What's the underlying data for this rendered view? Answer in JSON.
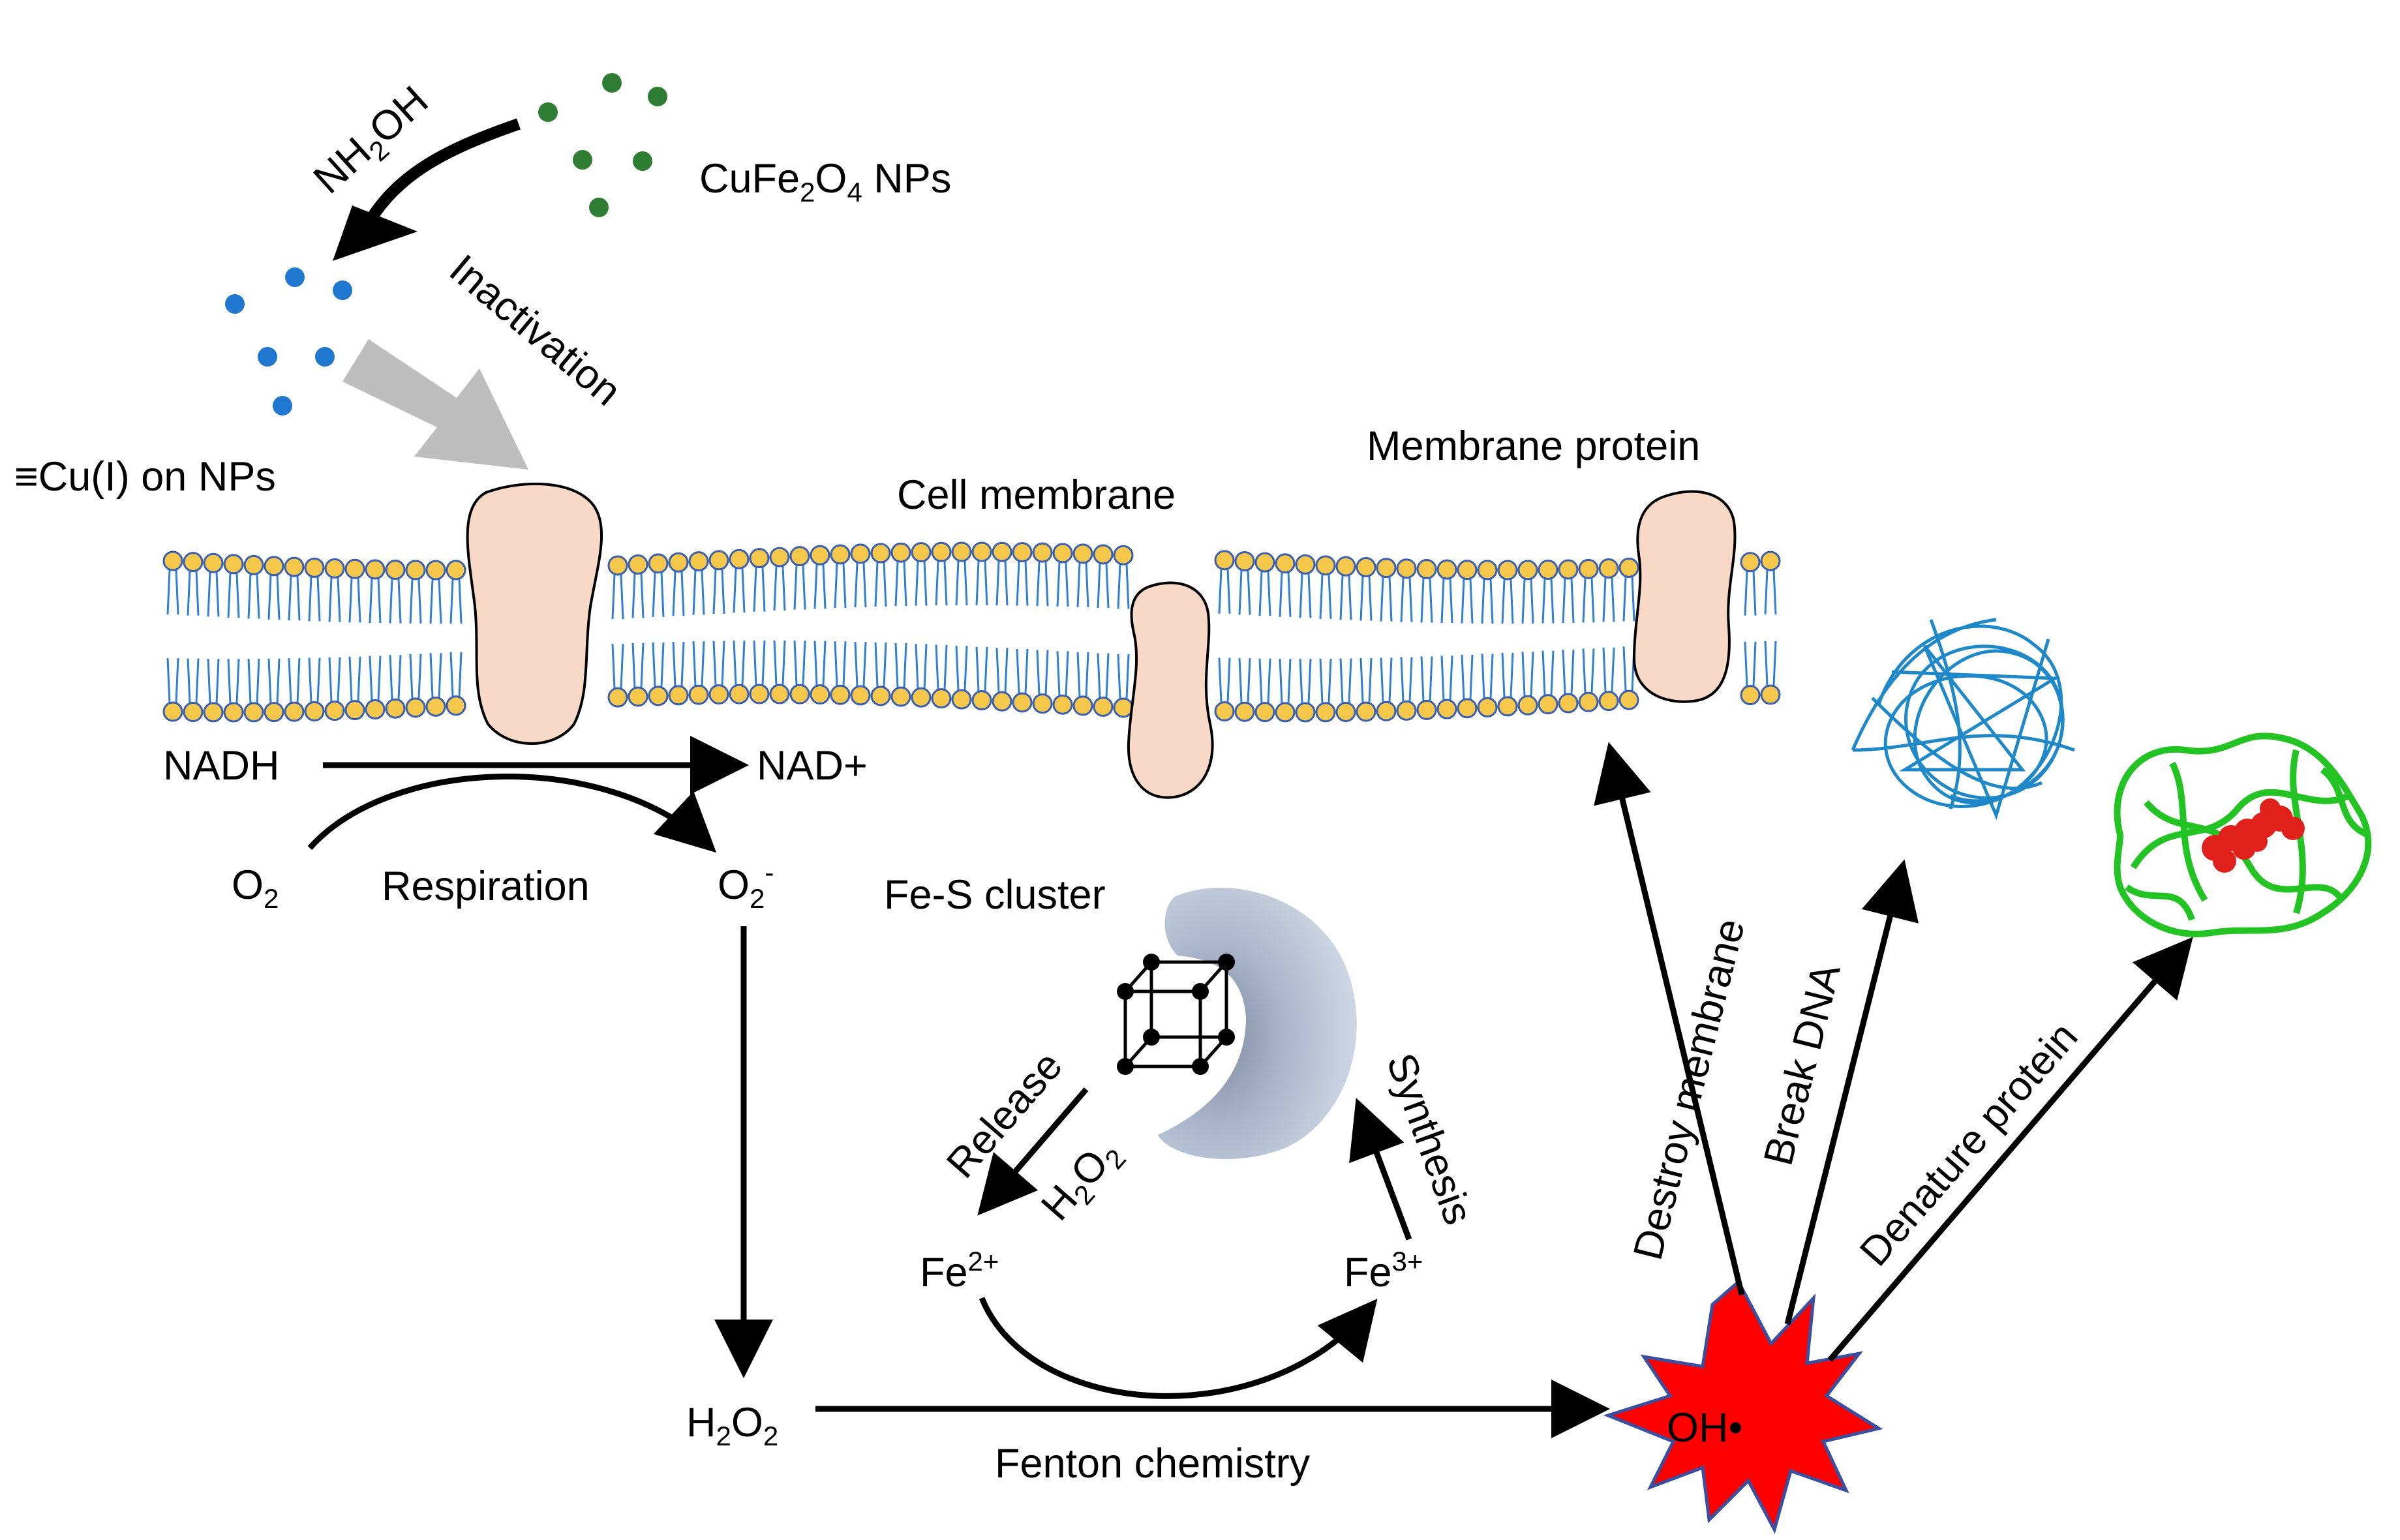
{
  "labels": {
    "nh2oh": "NH",
    "nh2oh_sub": "2",
    "nh2oh_tail": "OH",
    "cufe2o4_a": "CuFe",
    "cufe2o4_sub1": "2",
    "cufe2o4_b": "O",
    "cufe2o4_sub2": "4",
    "cufe2o4_c": " NPs",
    "inactivation": "Inactivation",
    "cu_np": "≡Cu(I) on NPs",
    "cell_membrane": "Cell membrane",
    "membrane_protein": "Membrane protein",
    "nadh": "NADH",
    "nad": "NAD+",
    "o2": "O",
    "o2_sub": "2",
    "respiration": "Respiration",
    "superoxide": "O",
    "superoxide_sub": "2",
    "superoxide_sup": "-",
    "fes_cluster": "Fe-S cluster",
    "release": "Release",
    "h2o2_inner": "H",
    "h2o2_inner_sub1": "2",
    "h2o2_inner_mid": "O",
    "h2o2_inner_sub2": "2",
    "synthesis": "Synthesis",
    "fe2": "Fe",
    "fe2_sup": "2+",
    "fe3": "Fe",
    "fe3_sup": "3+",
    "h2o2": "H",
    "h2o2_sub1": "2",
    "h2o2_mid": "O",
    "h2o2_sub2": "2",
    "fenton": "Fenton chemistry",
    "oh_radical": "OH•",
    "destroy_membrane": "Destroy membrane",
    "break_dna": "Break DNA",
    "denature_protein": "Denature protein"
  },
  "colors": {
    "cufe2o4_particles": "#2e7d32",
    "cu_particles": "#1f77d0",
    "lipid_head": "#f5c84c",
    "lipid_head_stroke": "#3a5fb0",
    "lipid_tail": "#2f7fd6",
    "protein_fill": "#f8d9c8",
    "fes_protein": "#9fb0c8",
    "dna": "#1e88c8",
    "protein_ribbon": "#22c322",
    "ligand": "#e0201a",
    "oh_burst": "#ff0000",
    "oh_burst_stroke": "#3b4fa0",
    "inactivation_arrow": "#b8b8b8"
  }
}
